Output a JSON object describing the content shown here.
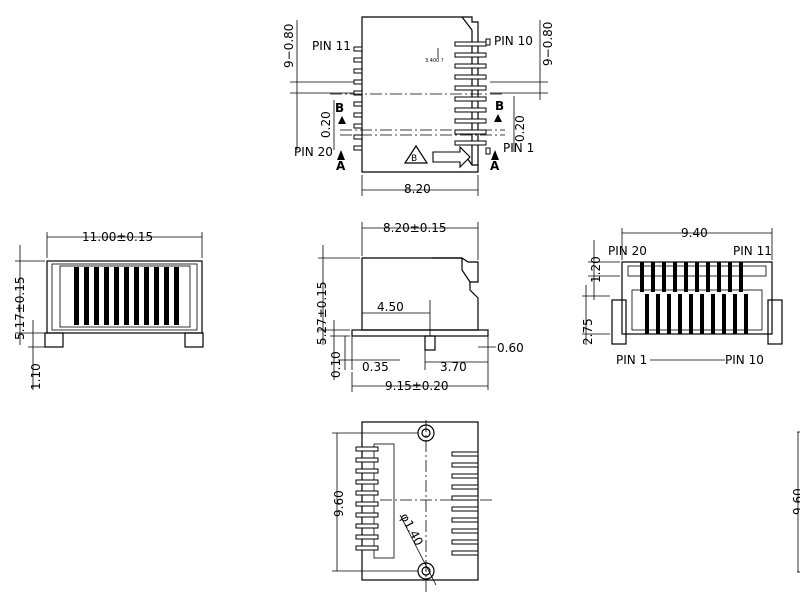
{
  "top_view": {
    "pin11": "PIN 11",
    "pin10": "PIN 10",
    "pin20": "PIN 20",
    "pin1": "PIN 1",
    "pitch_left": "9−0.80",
    "pitch_right": "9−0.80",
    "gap_left": "0.20",
    "gap_right": "0.20",
    "section_mark": "B",
    "section_letter": "A",
    "width": "8.20",
    "tiny_note": "3.400 ?",
    "triangle_mark": "B"
  },
  "front_view": {
    "width": "11.00±0.15",
    "height": "5.17±0.15",
    "foot": "1.10"
  },
  "side_view": {
    "width": "8.20±0.15",
    "height": "5.27±0.15",
    "dim_450": "4.50",
    "dim_035": "0.35",
    "dim_370": "3.70",
    "dim_060": "0.60",
    "dim_010": "0.10",
    "overall": "9.15±0.20"
  },
  "rear_view": {
    "width": "9.40",
    "pin20": "PIN 20",
    "pin11": "PIN 11",
    "pin1": "PIN 1",
    "pin10": "PIN 10",
    "dim_120": "1.20",
    "dim_275": "2.75"
  },
  "bottom_view": {
    "length": "9.60",
    "hole": "φ1.40",
    "edge_label": "9.60"
  }
}
